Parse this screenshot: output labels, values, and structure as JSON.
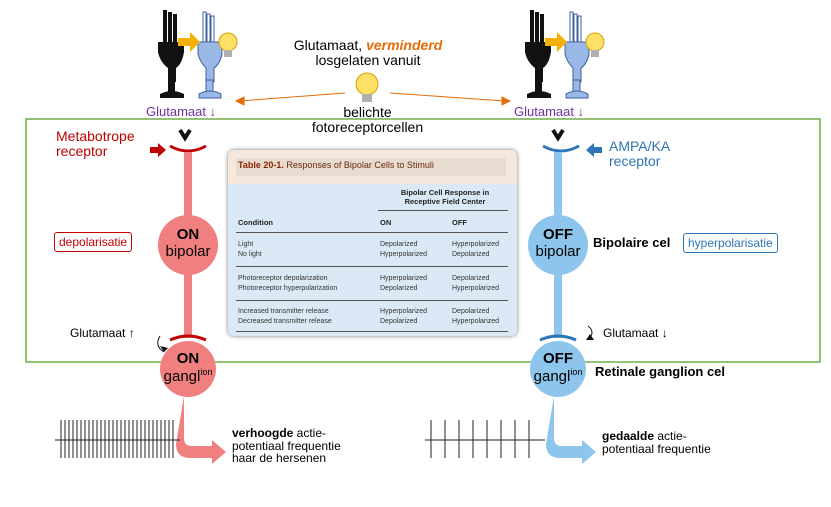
{
  "top_caption": {
    "line1_plain": "Glutamaat, ",
    "line1_em": "verminderd",
    "line2": "losgelaten vanuit"
  },
  "light_caption": {
    "line1": "belichte",
    "line2": "fotoreceptorcellen"
  },
  "left": {
    "glutamate": "Glutamaat ↓",
    "receptor_line1": "Metabotrope",
    "receptor_line2": "receptor",
    "effect": "depolarisatie",
    "bipolar_top": "ON",
    "bipolar_bottom": "bipolar",
    "synapse": "Glutamaat ↑",
    "ganglion_top": "ON",
    "ganglion_bottom": "gangl",
    "ganglion_sup": "ion",
    "output_bold": "verhoogde",
    "output_rest1": " actie-",
    "output_line2": "potentiaal frequentie",
    "output_line3": "haar de hersenen"
  },
  "right": {
    "glutamate": "Glutamaat ↓",
    "receptor_line1": "AMPA/KA",
    "receptor_line2": "receptor",
    "bipolar_label": "Bipolaire cel",
    "effect": "hyperpolarisatie",
    "bipolar_top": "OFF",
    "bipolar_bottom": "bipolar",
    "synapse": "Glutamaat ↓",
    "ganglion_top": "OFF",
    "ganglion_bottom": "gangl",
    "ganglion_sup": "ion",
    "ganglion_label": "Retinale ganglion cel",
    "output_bold": "gedaalde",
    "output_rest1": " actie-",
    "output_line2": "potentiaal frequentie"
  },
  "table": {
    "title_bold": "Table 20-1.",
    "title_rest": " Responses of Bipolar Cells to Stimuli",
    "group_header_line1": "Bipolar Cell Response in",
    "group_header_line2": "Receptive Field Center",
    "col_condition": "Condition",
    "col_on": "ON",
    "col_off": "OFF",
    "rows": [
      {
        "condition": "Light",
        "on": "Depolarized",
        "off": "Hyperpolarized"
      },
      {
        "condition": "No light",
        "on": "Hyperpolarized",
        "off": "Depolarized"
      },
      {
        "condition": "Photoreceptor depolarization",
        "on": "Hyperpolarized",
        "off": "Depolarized"
      },
      {
        "condition": "Photoreceptor hyperpolarization",
        "on": "Depolarized",
        "off": "Hyperpolarized"
      },
      {
        "condition": "Increased transmitter release",
        "on": "Hyperpolarized",
        "off": "Depolarized"
      },
      {
        "condition": "Decreased transmitter release",
        "on": "Depolarized",
        "off": "Hyperpolarized"
      }
    ]
  },
  "colors": {
    "on_cell": "#f08080",
    "off_cell": "#8ec5ec",
    "frame": "#70ad47",
    "purple": "#7030a0",
    "red": "#c00000",
    "blue": "#2e75b6",
    "orange": "#e36c09"
  }
}
